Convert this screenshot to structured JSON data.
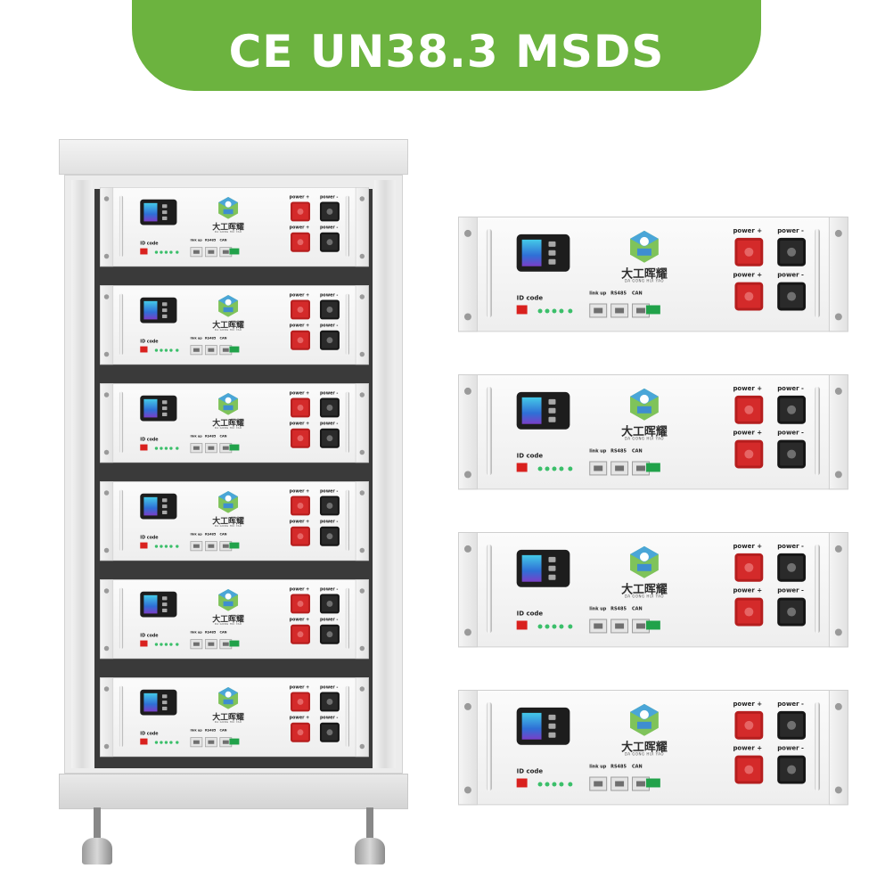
{
  "banner": {
    "text": "CE UN38.3 MSDS",
    "color": "#6cb33f"
  },
  "module": {
    "brand_cn": "大工晖耀",
    "brand_en": "DA GONG HUI YAO",
    "id_label": "ID code",
    "port_labels": [
      "link up",
      "RS485",
      "CAN"
    ],
    "power_pos_label": "power +",
    "power_neg_label": "power -"
  },
  "cabinet": {
    "module_count": 6
  },
  "standalone": {
    "module_count": 4
  },
  "colors": {
    "terminal_positive": "#d42a2a",
    "terminal_negative": "#2a2a2a",
    "id_badge": "#d9211e"
  }
}
